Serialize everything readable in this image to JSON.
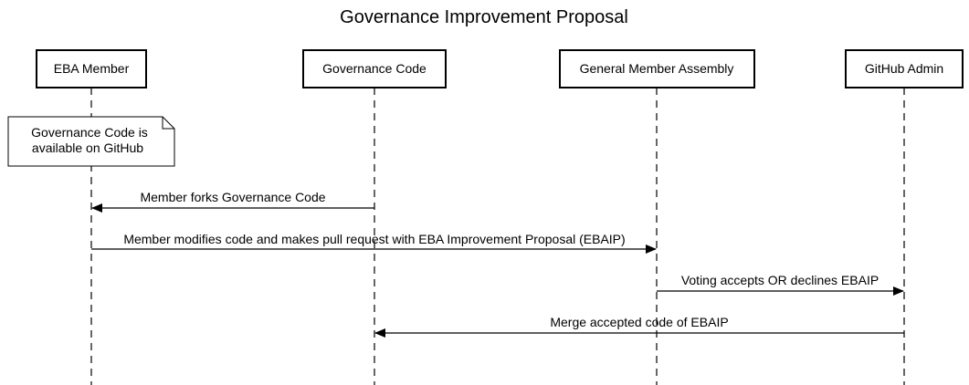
{
  "title": "Governance Improvement Proposal",
  "colors": {
    "stroke": "#000000",
    "background": "#ffffff"
  },
  "participants": [
    {
      "label": "EBA Member"
    },
    {
      "label": "Governance Code"
    },
    {
      "label": "General Member Assembly"
    },
    {
      "label": "GitHub Admin"
    }
  ],
  "note": {
    "lines": [
      "Governance Code is",
      "available on GitHub"
    ]
  },
  "messages": [
    {
      "from": 1,
      "to": 0,
      "label": "Member forks Governance Code"
    },
    {
      "from": 0,
      "to": 2,
      "label": "Member modifies code and makes pull request with EBA Improvement Proposal (EBAIP)"
    },
    {
      "from": 2,
      "to": 3,
      "label": "Voting accepts OR declines EBAIP"
    },
    {
      "from": 3,
      "to": 1,
      "label": "Merge accepted code of EBAIP"
    }
  ]
}
